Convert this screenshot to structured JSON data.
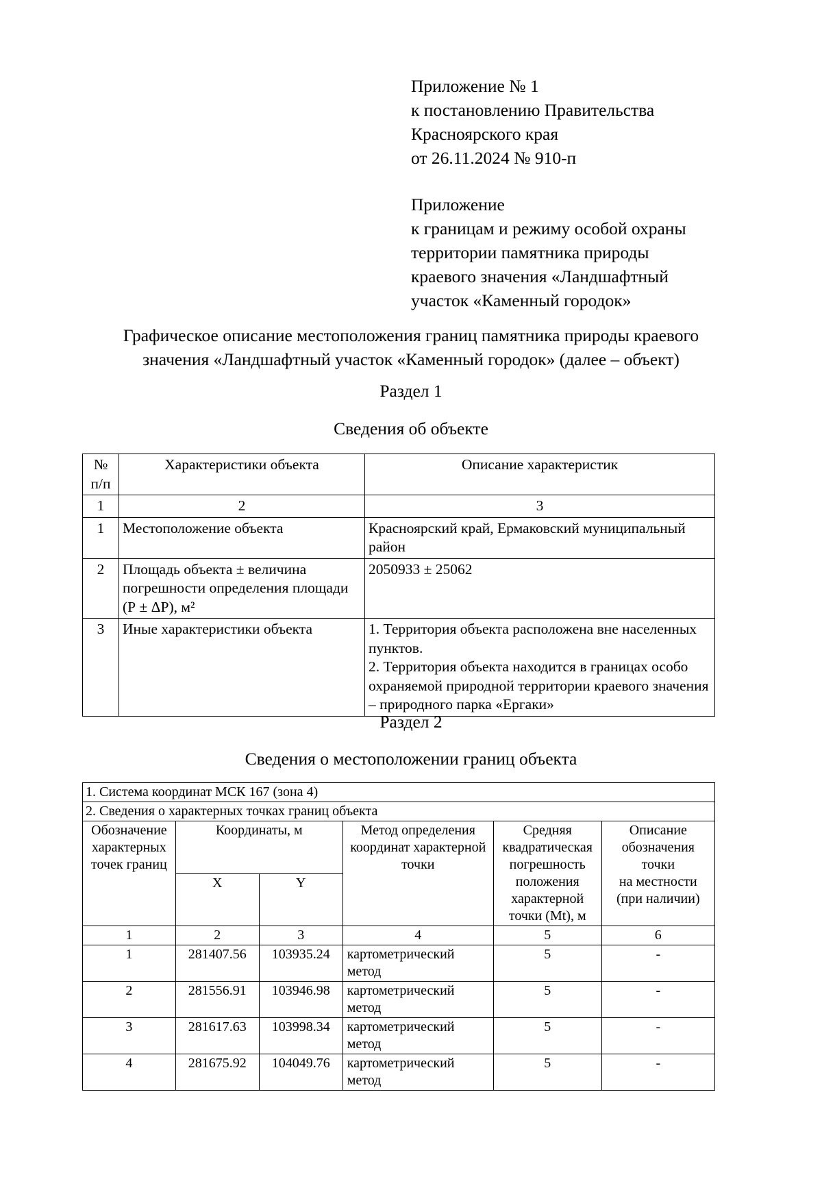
{
  "header": {
    "lines": [
      "Приложение № 1",
      "к постановлению Правительства",
      "Красноярского края",
      "от 26.11.2024 № 910-п"
    ],
    "lines2": [
      "Приложение",
      "к границам и режиму особой охраны",
      "территории памятника природы",
      "краевого значения «Ландшафтный",
      "участок «Каменный городок»"
    ]
  },
  "document": {
    "title_line1": "Графическое описание местоположения границ памятника природы краевого",
    "title_line2": "значения «Ландшафтный участок «Каменный городок» (далее – объект)"
  },
  "section1": {
    "label": "Раздел 1",
    "subtitle": "Сведения об объекте",
    "headers": {
      "num": "№",
      "num2": "п/п",
      "characteristic": "Характеристики объекта",
      "description": "Описание характеристик"
    },
    "column_numbers": [
      "1",
      "2",
      "3"
    ],
    "rows": [
      {
        "num": "1",
        "characteristic": "Местоположение объекта",
        "description": "Красноярский край, Ермаковский муниципальный район"
      },
      {
        "num": "2",
        "characteristic_lines": [
          "Площадь объекта ± величина",
          "погрешности определения площади",
          "(Р ± ΔР), м²"
        ],
        "description": "2050933 ± 25062"
      },
      {
        "num": "3",
        "characteristic": "Иные характеристики объекта",
        "description_lines": [
          "1. Территория объекта расположена вне населенных пунктов.",
          "2. Территория объекта находится в границах особо охраняемой природной территории краевого значения – природного парка «Ергаки»"
        ]
      }
    ]
  },
  "section2": {
    "label": "Раздел 2",
    "subtitle": "Сведения о местоположении границ объекта",
    "coordinate_system_row": "1. Система координат МСК 167 (зона 4)",
    "points_info_row": "2. Сведения о характерных точках границ объекта",
    "headers": {
      "designation": [
        "Обозначение",
        "характерных",
        "точек границ"
      ],
      "coordinates": "Координаты, м",
      "x": "X",
      "y": "Y",
      "method": [
        "Метод определения",
        "координат характерной",
        "точки"
      ],
      "error": [
        "Средняя",
        "квадратическая",
        "погрешность",
        "положения",
        "характерной",
        "точки (Mt), м"
      ],
      "description": [
        "Описание",
        "обозначения",
        "точки",
        "на местности",
        "(при наличии)"
      ]
    },
    "column_numbers": [
      "1",
      "2",
      "3",
      "4",
      "5",
      "6"
    ],
    "rows": [
      {
        "n": "1",
        "x": "281407.56",
        "y": "103935.24",
        "method": "картометрический метод",
        "mt": "5",
        "desc": "-"
      },
      {
        "n": "2",
        "x": "281556.91",
        "y": "103946.98",
        "method": "картометрический метод",
        "mt": "5",
        "desc": "-"
      },
      {
        "n": "3",
        "x": "281617.63",
        "y": "103998.34",
        "method": "картометрический метод",
        "mt": "5",
        "desc": "-"
      },
      {
        "n": "4",
        "x": "281675.92",
        "y": "104049.76",
        "method": "картометрический метод",
        "mt": "5",
        "desc": "-"
      }
    ]
  }
}
